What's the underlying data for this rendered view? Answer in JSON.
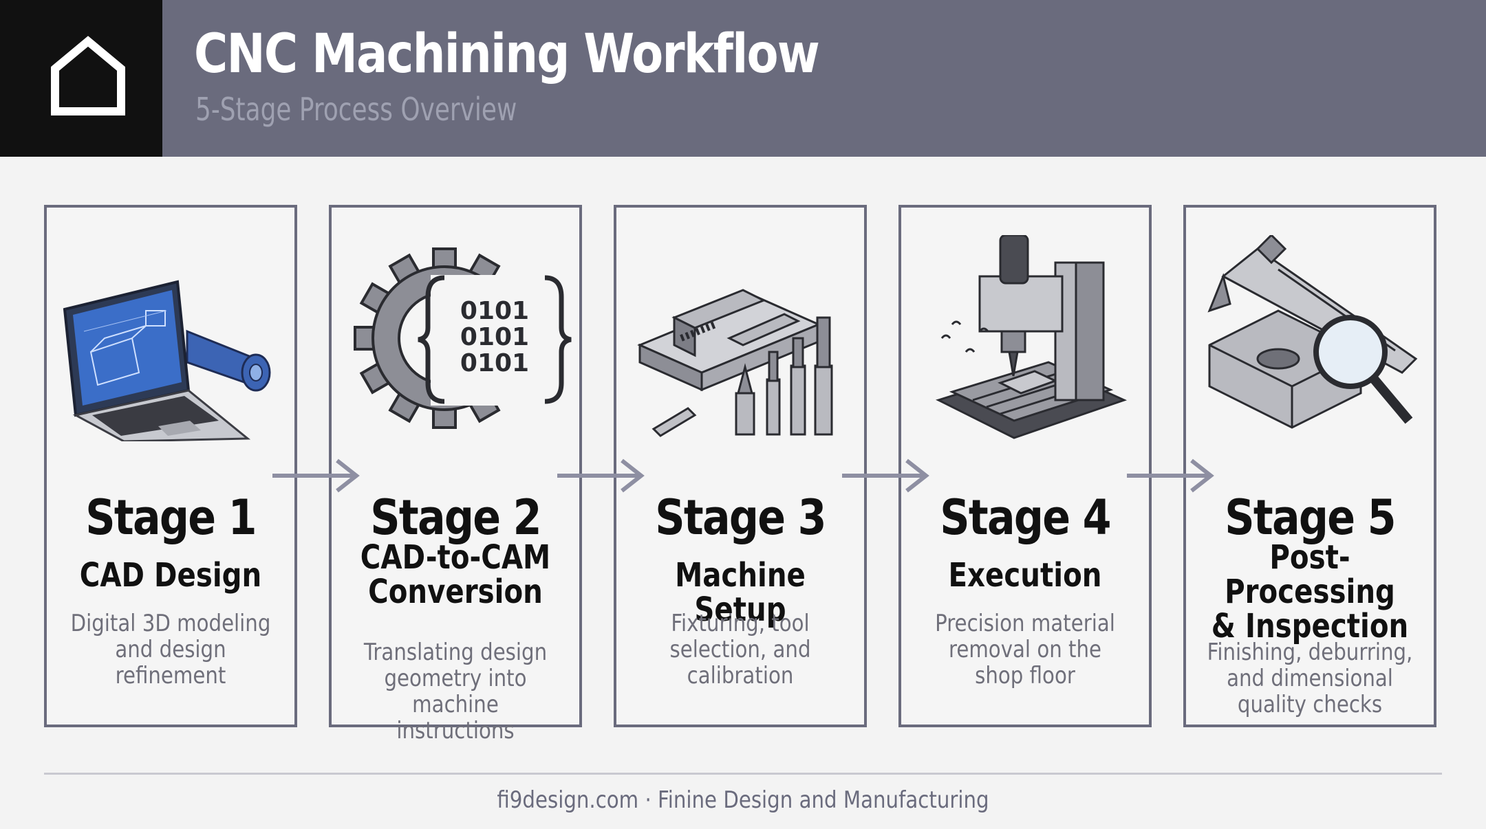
{
  "header": {
    "title": "CNC Machining Workflow",
    "subtitle": "5-Stage Process Overview",
    "logo_icon": "house-outline-icon",
    "colors": {
      "header_bg": "#6a6b7d",
      "logo_bg": "#111111",
      "accent": "#6a6b7d"
    }
  },
  "stages": [
    {
      "number": "Stage 1",
      "name_lines": [
        "CAD Design"
      ],
      "desc_lines": [
        "Digital 3D modeling",
        "and design refinement"
      ],
      "icon": "laptop-blueprint-icon"
    },
    {
      "number": "Stage 2",
      "name_lines": [
        "CAD-to-CAM",
        "Conversion"
      ],
      "desc_lines": [
        "Translating design",
        "geometry into machine",
        "instructions"
      ],
      "icon": "gear-binary-code-icon",
      "code_lines": [
        "0101",
        "0101",
        "0101"
      ]
    },
    {
      "number": "Stage 3",
      "name_lines": [
        "Machine Setup"
      ],
      "desc_lines": [
        "Fixturing, tool",
        "selection, and",
        "calibration"
      ],
      "icon": "vise-cutting-tools-icon"
    },
    {
      "number": "Stage 4",
      "name_lines": [
        "Execution"
      ],
      "desc_lines": [
        "Precision material",
        "removal on the",
        "shop floor"
      ],
      "icon": "milling-machine-icon"
    },
    {
      "number": "Stage  5",
      "name_lines": [
        "Post-Processing",
        "& Inspection"
      ],
      "desc_lines": [
        "Finishing, deburring,",
        "and dimensional",
        "quality checks"
      ],
      "icon": "caliper-magnifier-icon"
    }
  ],
  "footer": {
    "text": "fi9design.com · Finine Design and Manufacturing"
  }
}
